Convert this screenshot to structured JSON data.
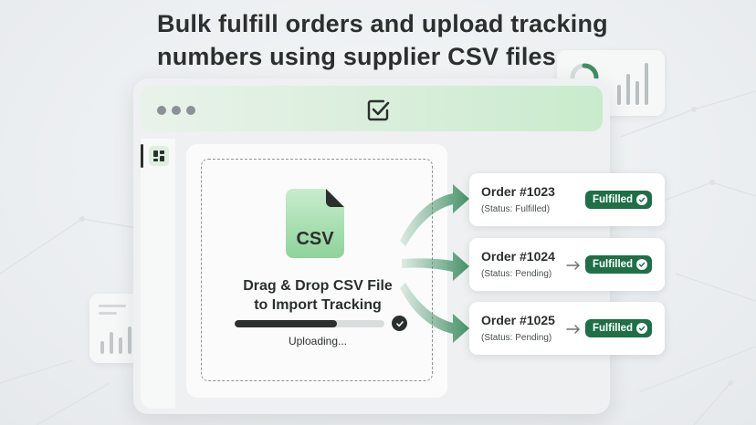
{
  "headline": {
    "line1": "Bulk fulfill orders and upload tracking",
    "line2": "numbers using supplier CSV files"
  },
  "colors": {
    "accent_green": "#1f6f47",
    "arrow_green": "#3e8f64",
    "dark": "#2b302e",
    "titlebar_green": "#c9ebcc"
  },
  "window": {
    "title_icon": "checkbox-check-icon",
    "sidebar_icon": "dashboard-grid-icon"
  },
  "upload": {
    "file_label": "CSV",
    "title_line1": "Drag & Drop CSV File",
    "title_line2": "to Import Tracking",
    "progress": 0.68,
    "status": "Uploading..."
  },
  "orders": [
    {
      "title": "Order #1023",
      "status": "(Status: Fulfilled)",
      "badge": "Fulfilled",
      "show_arrow": false
    },
    {
      "title": "Order #1024",
      "status": "(Status: Pending)",
      "badge": "Fulfilled",
      "show_arrow": true
    },
    {
      "title": "Order #1025",
      "status": "(Status: Pending)",
      "badge": "Fulfilled",
      "show_arrow": true
    }
  ]
}
